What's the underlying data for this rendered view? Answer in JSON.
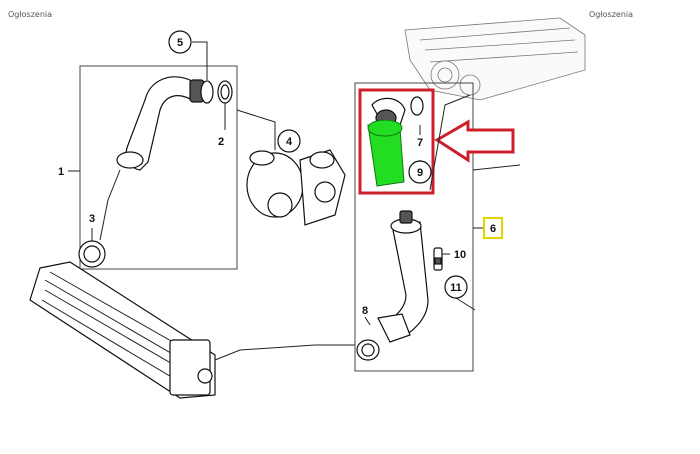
{
  "ads": {
    "left": "Ogłoszenia",
    "right": "Ogłoszenia"
  },
  "labels": [
    "5",
    "2",
    "4",
    "1",
    "3",
    "7",
    "9",
    "6",
    "10",
    "11",
    "8"
  ],
  "colors": {
    "highlight_green": "#22dd22",
    "highlight_box": "#cc1f2a",
    "arrow": "#cc1f2a",
    "badge_border": "#e6d200"
  }
}
